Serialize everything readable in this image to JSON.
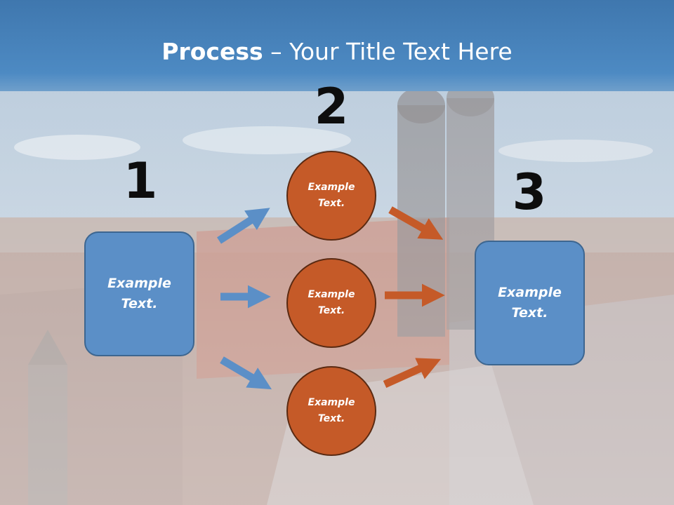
{
  "slide": {
    "title_bold": "Process",
    "title_rest": " – Your Title Text Here"
  },
  "steps": {
    "step1": "1",
    "step2": "2",
    "step3": "3"
  },
  "boxes": {
    "left": "Example Text.",
    "right": "Example Text."
  },
  "circles": [
    "Example Text.",
    "Example Text.",
    "Example Text."
  ],
  "colors": {
    "header": "#4a86c0",
    "box_fill": "#5b8fc7",
    "circle_fill": "#c55a28",
    "blue_arrow": "#5b8fc7",
    "orange_arrow": "#c55a28"
  }
}
